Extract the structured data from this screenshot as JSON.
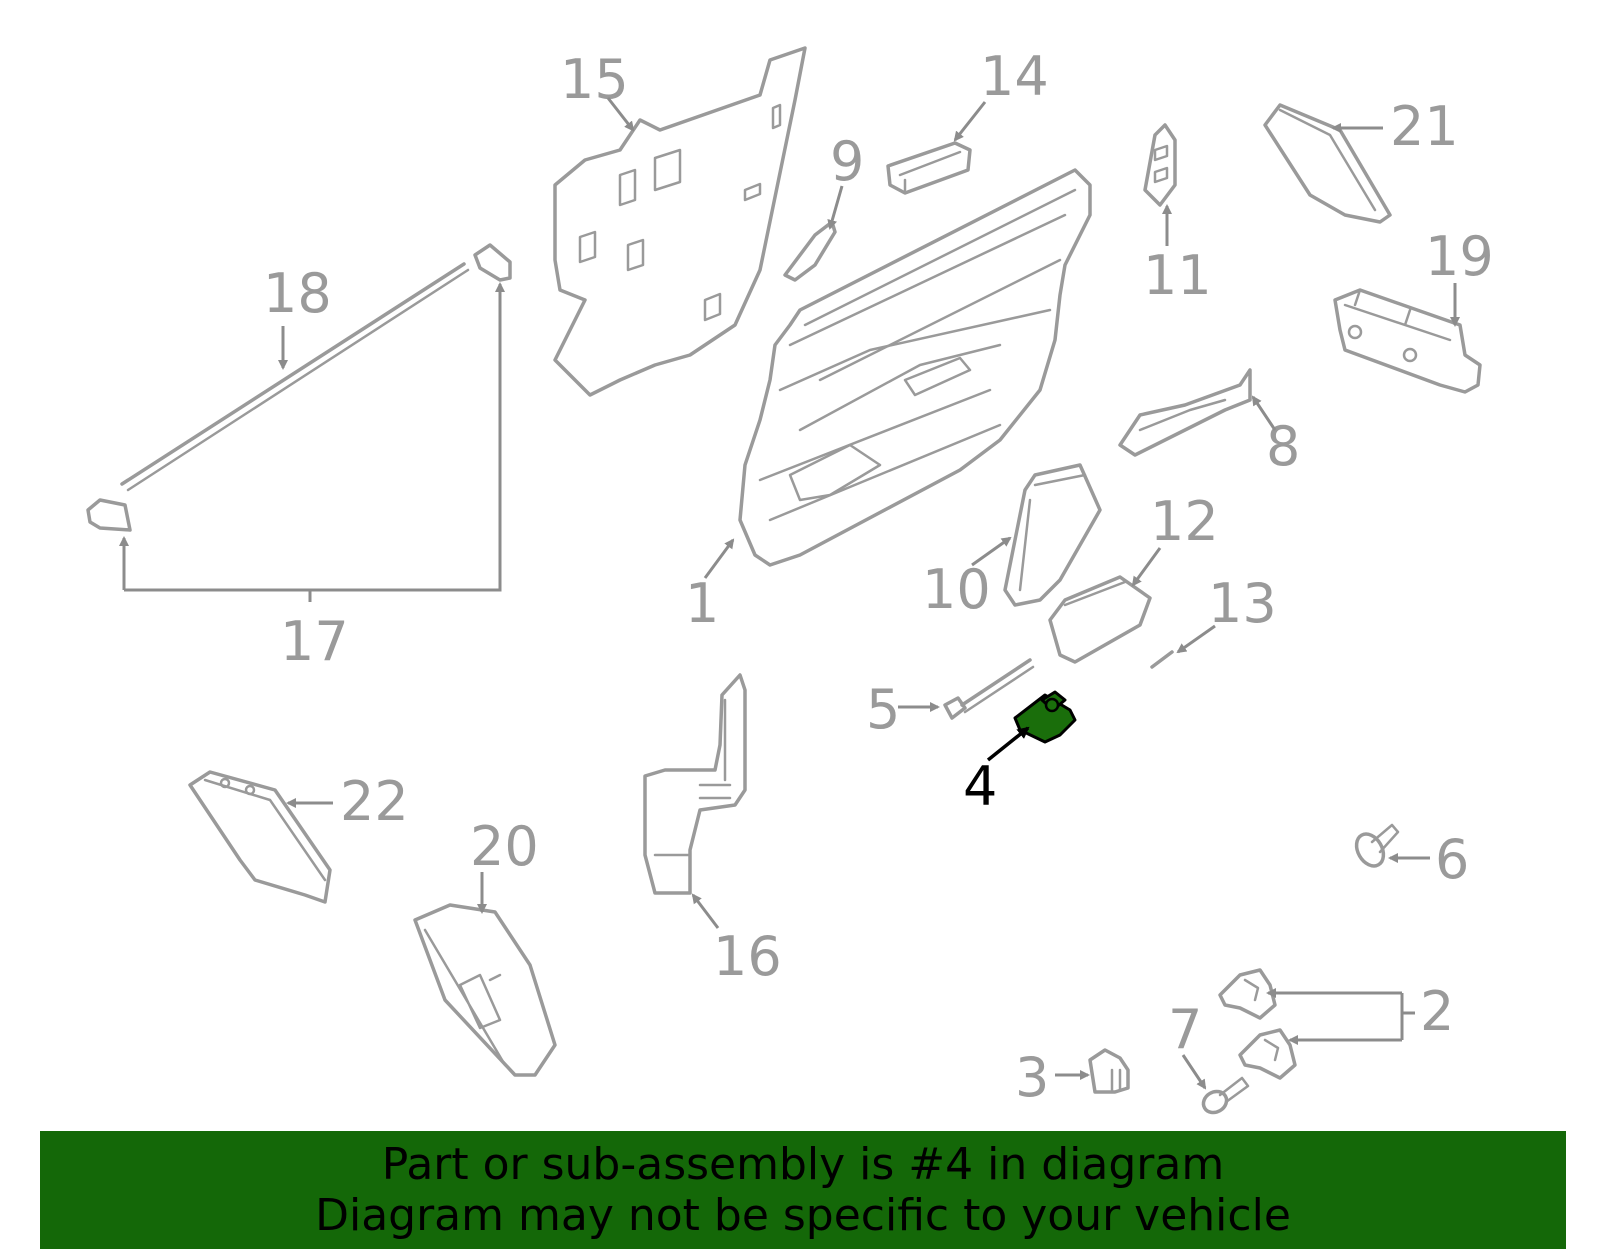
{
  "diagram": {
    "highlight_color": "#146808",
    "callouts": {
      "c1": "1",
      "c2": "2",
      "c3": "3",
      "c4": "4",
      "c5": "5",
      "c6": "6",
      "c7": "7",
      "c8": "8",
      "c9": "9",
      "c10": "10",
      "c11": "11",
      "c12": "12",
      "c13": "13",
      "c14": "14",
      "c15": "15",
      "c16": "16",
      "c17": "17",
      "c18": "18",
      "c19": "19",
      "c20": "20",
      "c21": "21",
      "c22": "22"
    }
  },
  "banner": {
    "line1": "Part or sub-assembly is #4 in diagram",
    "line2": "Diagram may not be specific to your vehicle"
  }
}
